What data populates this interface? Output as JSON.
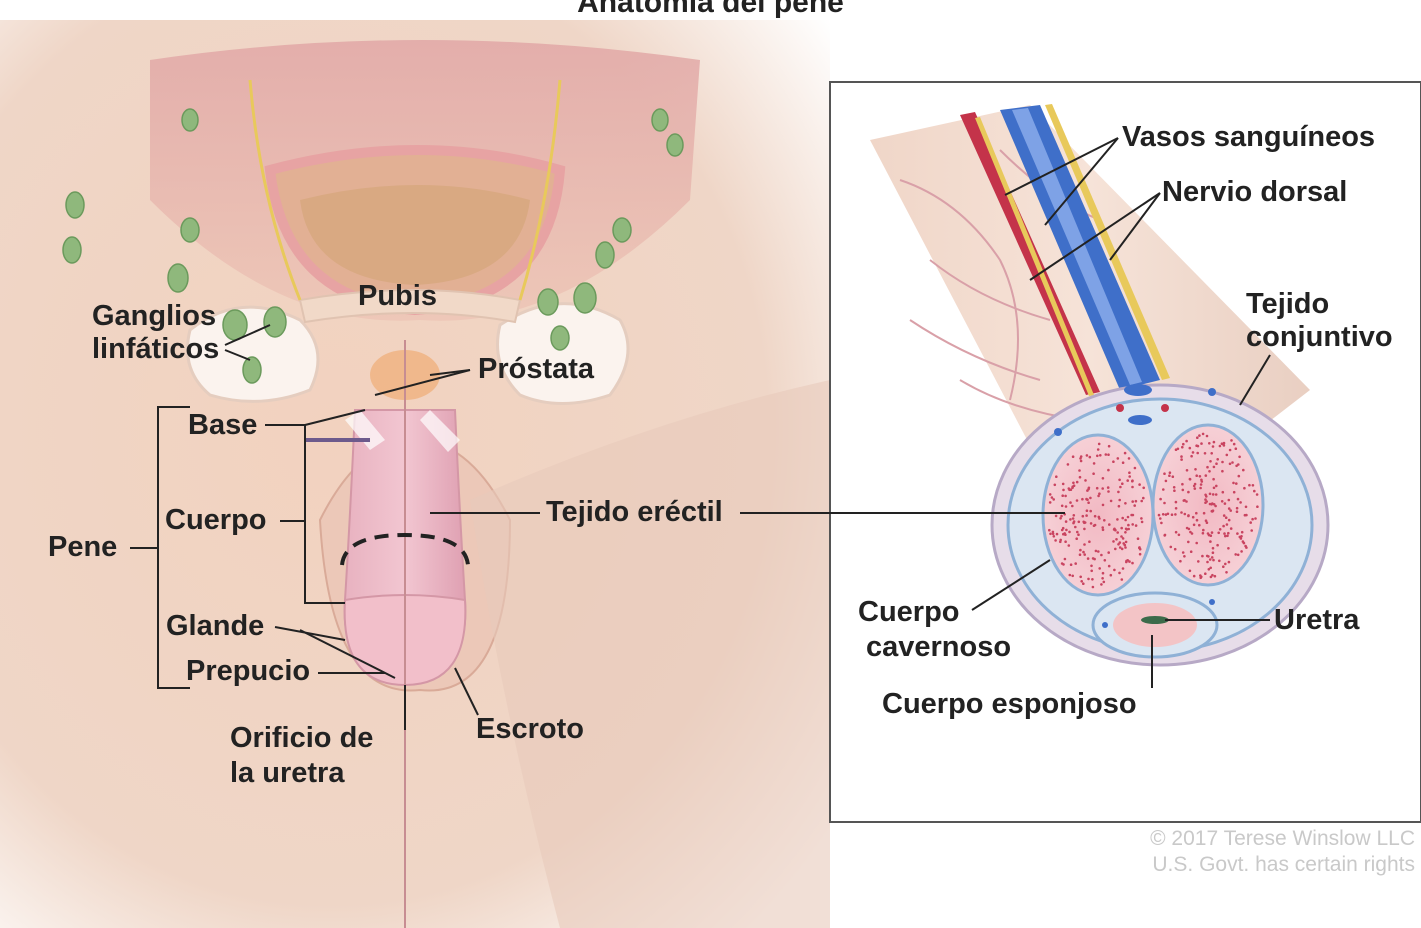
{
  "title": "Anatomía del pene",
  "labels": {
    "ganglios": "Ganglios",
    "linfaticos": "linfáticos",
    "pubis": "Pubis",
    "prostata": "Próstata",
    "base": "Base",
    "cuerpo": "Cuerpo",
    "pene": "Pene",
    "glande": "Glande",
    "prepucio": "Prepucio",
    "orificio1": "Orificio de",
    "orificio2": "la uretra",
    "escroto": "Escroto",
    "tejido_erectil": "Tejido eréctil",
    "vasos": "Vasos sanguíneos",
    "nervio": "Nervio dorsal",
    "tejido1": "Tejido",
    "tejido2": "conjuntivo",
    "cavernoso1": "Cuerpo",
    "cavernoso2": "cavernoso",
    "uretra": "Uretra",
    "esponjoso": "Cuerpo esponjoso"
  },
  "credit": {
    "line1": "© 2017 Terese Winslow LLC",
    "line2": "U.S. Govt. has certain rights"
  },
  "colors": {
    "skin": "#f1d3c0",
    "body_pink": "#ecb9bd",
    "lymph_node": "#8fb87c",
    "vein": "#3f6fc9",
    "artery": "#c4334a",
    "nerve": "#e8c95b"
  }
}
